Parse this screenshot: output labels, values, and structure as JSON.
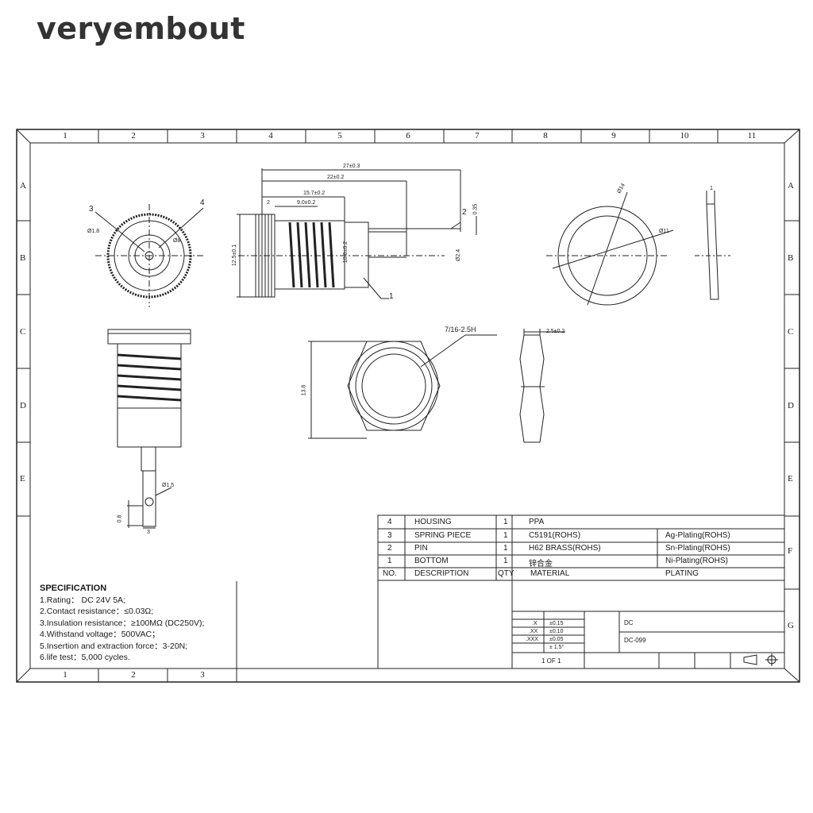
{
  "brand": "veryembout",
  "frame": {
    "columns": [
      "1",
      "2",
      "3",
      "4",
      "5",
      "6",
      "7",
      "8",
      "9",
      "10",
      "11"
    ],
    "bottom_columns": [
      "1",
      "2",
      "3"
    ],
    "rows": [
      "A",
      "B",
      "C",
      "D",
      "E"
    ],
    "right_rows": [
      "A",
      "B",
      "C",
      "D",
      "E",
      "F",
      "G"
    ]
  },
  "parts_table": {
    "rows": [
      {
        "no": "4",
        "desc": "HOUSING",
        "qty": "1",
        "material": "PPA",
        "plating": ""
      },
      {
        "no": "3",
        "desc": "SPRING PIECE",
        "qty": "1",
        "material": "C5191(ROHS)",
        "plating": "Ag-Plating(ROHS)"
      },
      {
        "no": "2",
        "desc": "PIN",
        "qty": "1",
        "material": "H62 BRASS(ROHS)",
        "plating": "Sn-Plating(ROHS)"
      },
      {
        "no": "1",
        "desc": "BOTTOM",
        "qty": "1",
        "material": "锌合金",
        "plating": "Ni-Plating(ROHS)"
      }
    ],
    "header": {
      "no": "NO.",
      "desc": "DESCRIPTION",
      "qty": "QTY",
      "material": "MATERIAL",
      "plating": "PLATING"
    }
  },
  "title_block": {
    "tolerances": [
      {
        "key": ".X",
        "val": "±0.15"
      },
      {
        "key": ".XX",
        "val": "±0.10"
      },
      {
        "key": ".XXX",
        "val": "±0.05"
      },
      {
        "key": "",
        "val": "± 1.5°"
      }
    ],
    "name": "DC",
    "part_no": "DC-099",
    "sheet": "1 OF 1"
  },
  "specification": {
    "title": "SPECIFICATION",
    "items": [
      "1.Rating： DC 24V 5A;",
      "2.Contact resistance：≤0.03Ω;",
      "3.Insulation resistance：≥100MΩ (DC250V);",
      "4.Withstand voltage：500VAC；",
      "5.Insertion and extraction force：3-20N;",
      "6.life test：5,000 cycles."
    ]
  },
  "dimensions": {
    "overall": "27±0.3",
    "d22": "22±0.2",
    "d157": "15.7±0.2",
    "d9": "9.0±0.2",
    "d2": "2",
    "d035": "0.35",
    "d125": "12.5±0.1",
    "d108": "10.8±0.2",
    "d24": "Ø2.4",
    "thread": "7/16-2.5H",
    "nut_t": "2.5±0.2",
    "nut_h": "13.8",
    "d14": "Ø14",
    "d11": "Ø11",
    "washer_t": "1",
    "pin_hole": "Ø1.5",
    "pin_w": "3",
    "pin_h": "0.8",
    "d18": "Ø1.8",
    "d8": "Ø8"
  },
  "callouts": {
    "c1": "1",
    "c2": "2",
    "c3": "3",
    "c4": "4"
  }
}
